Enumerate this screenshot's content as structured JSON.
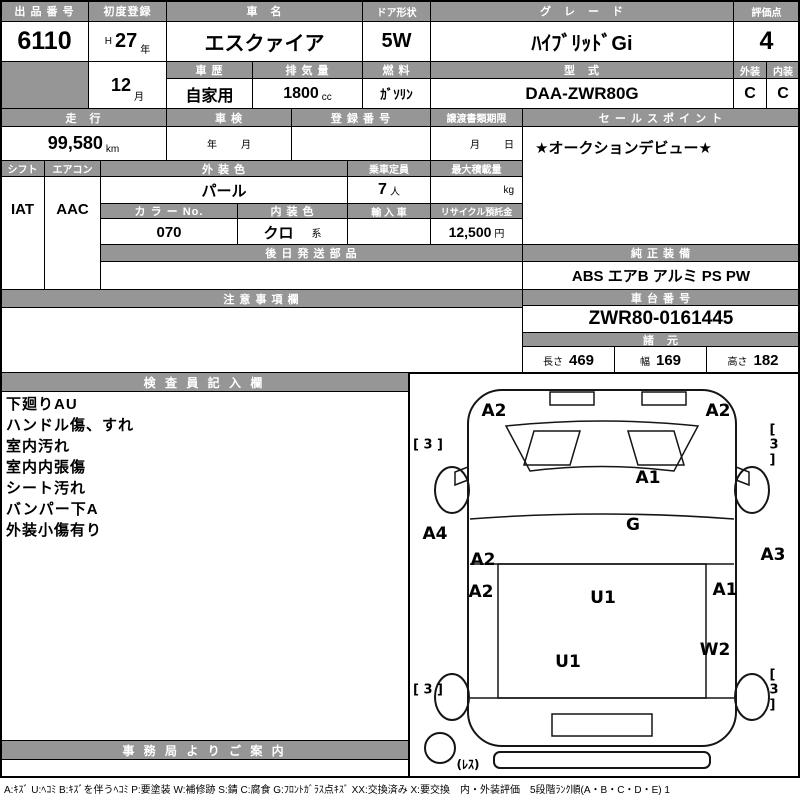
{
  "colors": {
    "header_bg": "#969696",
    "header_text": "#ffffff",
    "border": "#000000"
  },
  "top": {
    "lot_label": "出 品 番 号",
    "lot_number": "6110",
    "first_reg_label": "初度登録",
    "first_reg_era": "H",
    "first_reg_year": "27",
    "first_reg_year_unit": "年",
    "first_reg_month": "12",
    "first_reg_month_unit": "月",
    "car_name_label": "車　名",
    "car_name": "エスクァイア",
    "door_label": "ドア形状",
    "door": "5W",
    "grade_label": "グ　レ　ー　ド",
    "grade": "ﾊｲﾌﾞﾘｯﾄﾞGi",
    "score_label": "評価点",
    "score": "4",
    "history_label": "車 歴",
    "history": "自家用",
    "displacement_label": "排 気 量",
    "displacement": "1800",
    "displacement_unit": "cc",
    "fuel_label": "燃 料",
    "fuel": "ｶﾞｿﾘﾝ",
    "model_label": "型　式",
    "model": "DAA-ZWR80G",
    "exterior_label": "外装",
    "interior_label": "内装",
    "exterior_grade": "C",
    "interior_grade": "C"
  },
  "mid": {
    "mileage_label": "走　行",
    "mileage": "99,580",
    "mileage_unit": "km",
    "shaken_label": "車 検",
    "shaken_year_unit": "年",
    "shaken_month_unit": "月",
    "reg_no_label": "登 録 番 号",
    "transfer_label": "譲渡書類期限",
    "transfer_month_unit": "月",
    "transfer_day_unit": "日",
    "sales_point_label": "セ ー ル ス ポ イ ン ト",
    "sales_point": "★オークションデビュー★"
  },
  "specs": {
    "shift_label": "シフト",
    "shift": "IAT",
    "aircon_label": "エアコン",
    "aircon": "AAC",
    "ext_color_label": "外 装 色",
    "ext_color": "パール",
    "capacity_label": "乗車定員",
    "capacity": "7",
    "capacity_unit": "人",
    "max_load_label": "最大積載量",
    "max_load_unit": "kg",
    "color_no_label": "カ ラ ー No.",
    "color_no": "070",
    "int_color_label": "内 装 色",
    "int_color": "クロ",
    "int_color_unit": "系",
    "import_label": "輸 入 車",
    "recycle_label": "リサイクル預託金",
    "recycle_deposit": "12,500",
    "recycle_unit": "円",
    "later_parts_label": "後 日 発 送 部 品",
    "equipment_label": "純 正 装 備",
    "equipment": "ABS エアB アルミ PS PW"
  },
  "notes": {
    "caution_label": "注 意 事 項 欄",
    "chassis_label": "車 台 番 号",
    "chassis_no": "ZWR80-0161445",
    "dimensions_label": "諸　元",
    "length_label": "長さ",
    "length": "469",
    "width_label": "幅",
    "width": "169",
    "height_label": "高さ",
    "height": "182"
  },
  "inspector": {
    "label": "検 査 員 記 入 欄",
    "notes": [
      "下廻りAU",
      "ハンドル傷、すれ",
      "室内汚れ",
      "室内内張傷",
      "シート汚れ",
      "バンパー下A",
      "外装小傷有り"
    ]
  },
  "office": {
    "label": "事 務 局 よ り ご 案 内"
  },
  "diagram": {
    "marks": [
      "A2",
      "A2",
      "A1",
      "A4",
      "G",
      "A3",
      "A2",
      "A2",
      "U1",
      "A1",
      "U1",
      "W2"
    ],
    "tire_depths": [
      "[ 3 ]",
      "[ 3 ]",
      "[ 3 ]",
      "[ 3 ]"
    ],
    "spare_label": "(ﾚｽ)"
  },
  "footer": {
    "legend": "A:ｷｽﾞ U:ﾍｺﾐ B:ｷｽﾞを伴うﾍｺﾐ P:要塗装 W:補修跡 S:錆 C:腐食 G:ﾌﾛﾝﾄｶﾞﾗｽ点ｷｽﾞ XX:交換済み X:要交換　内・外装評価　5段階ﾗﾝｸ順(A・B・C・D・E) 1"
  }
}
